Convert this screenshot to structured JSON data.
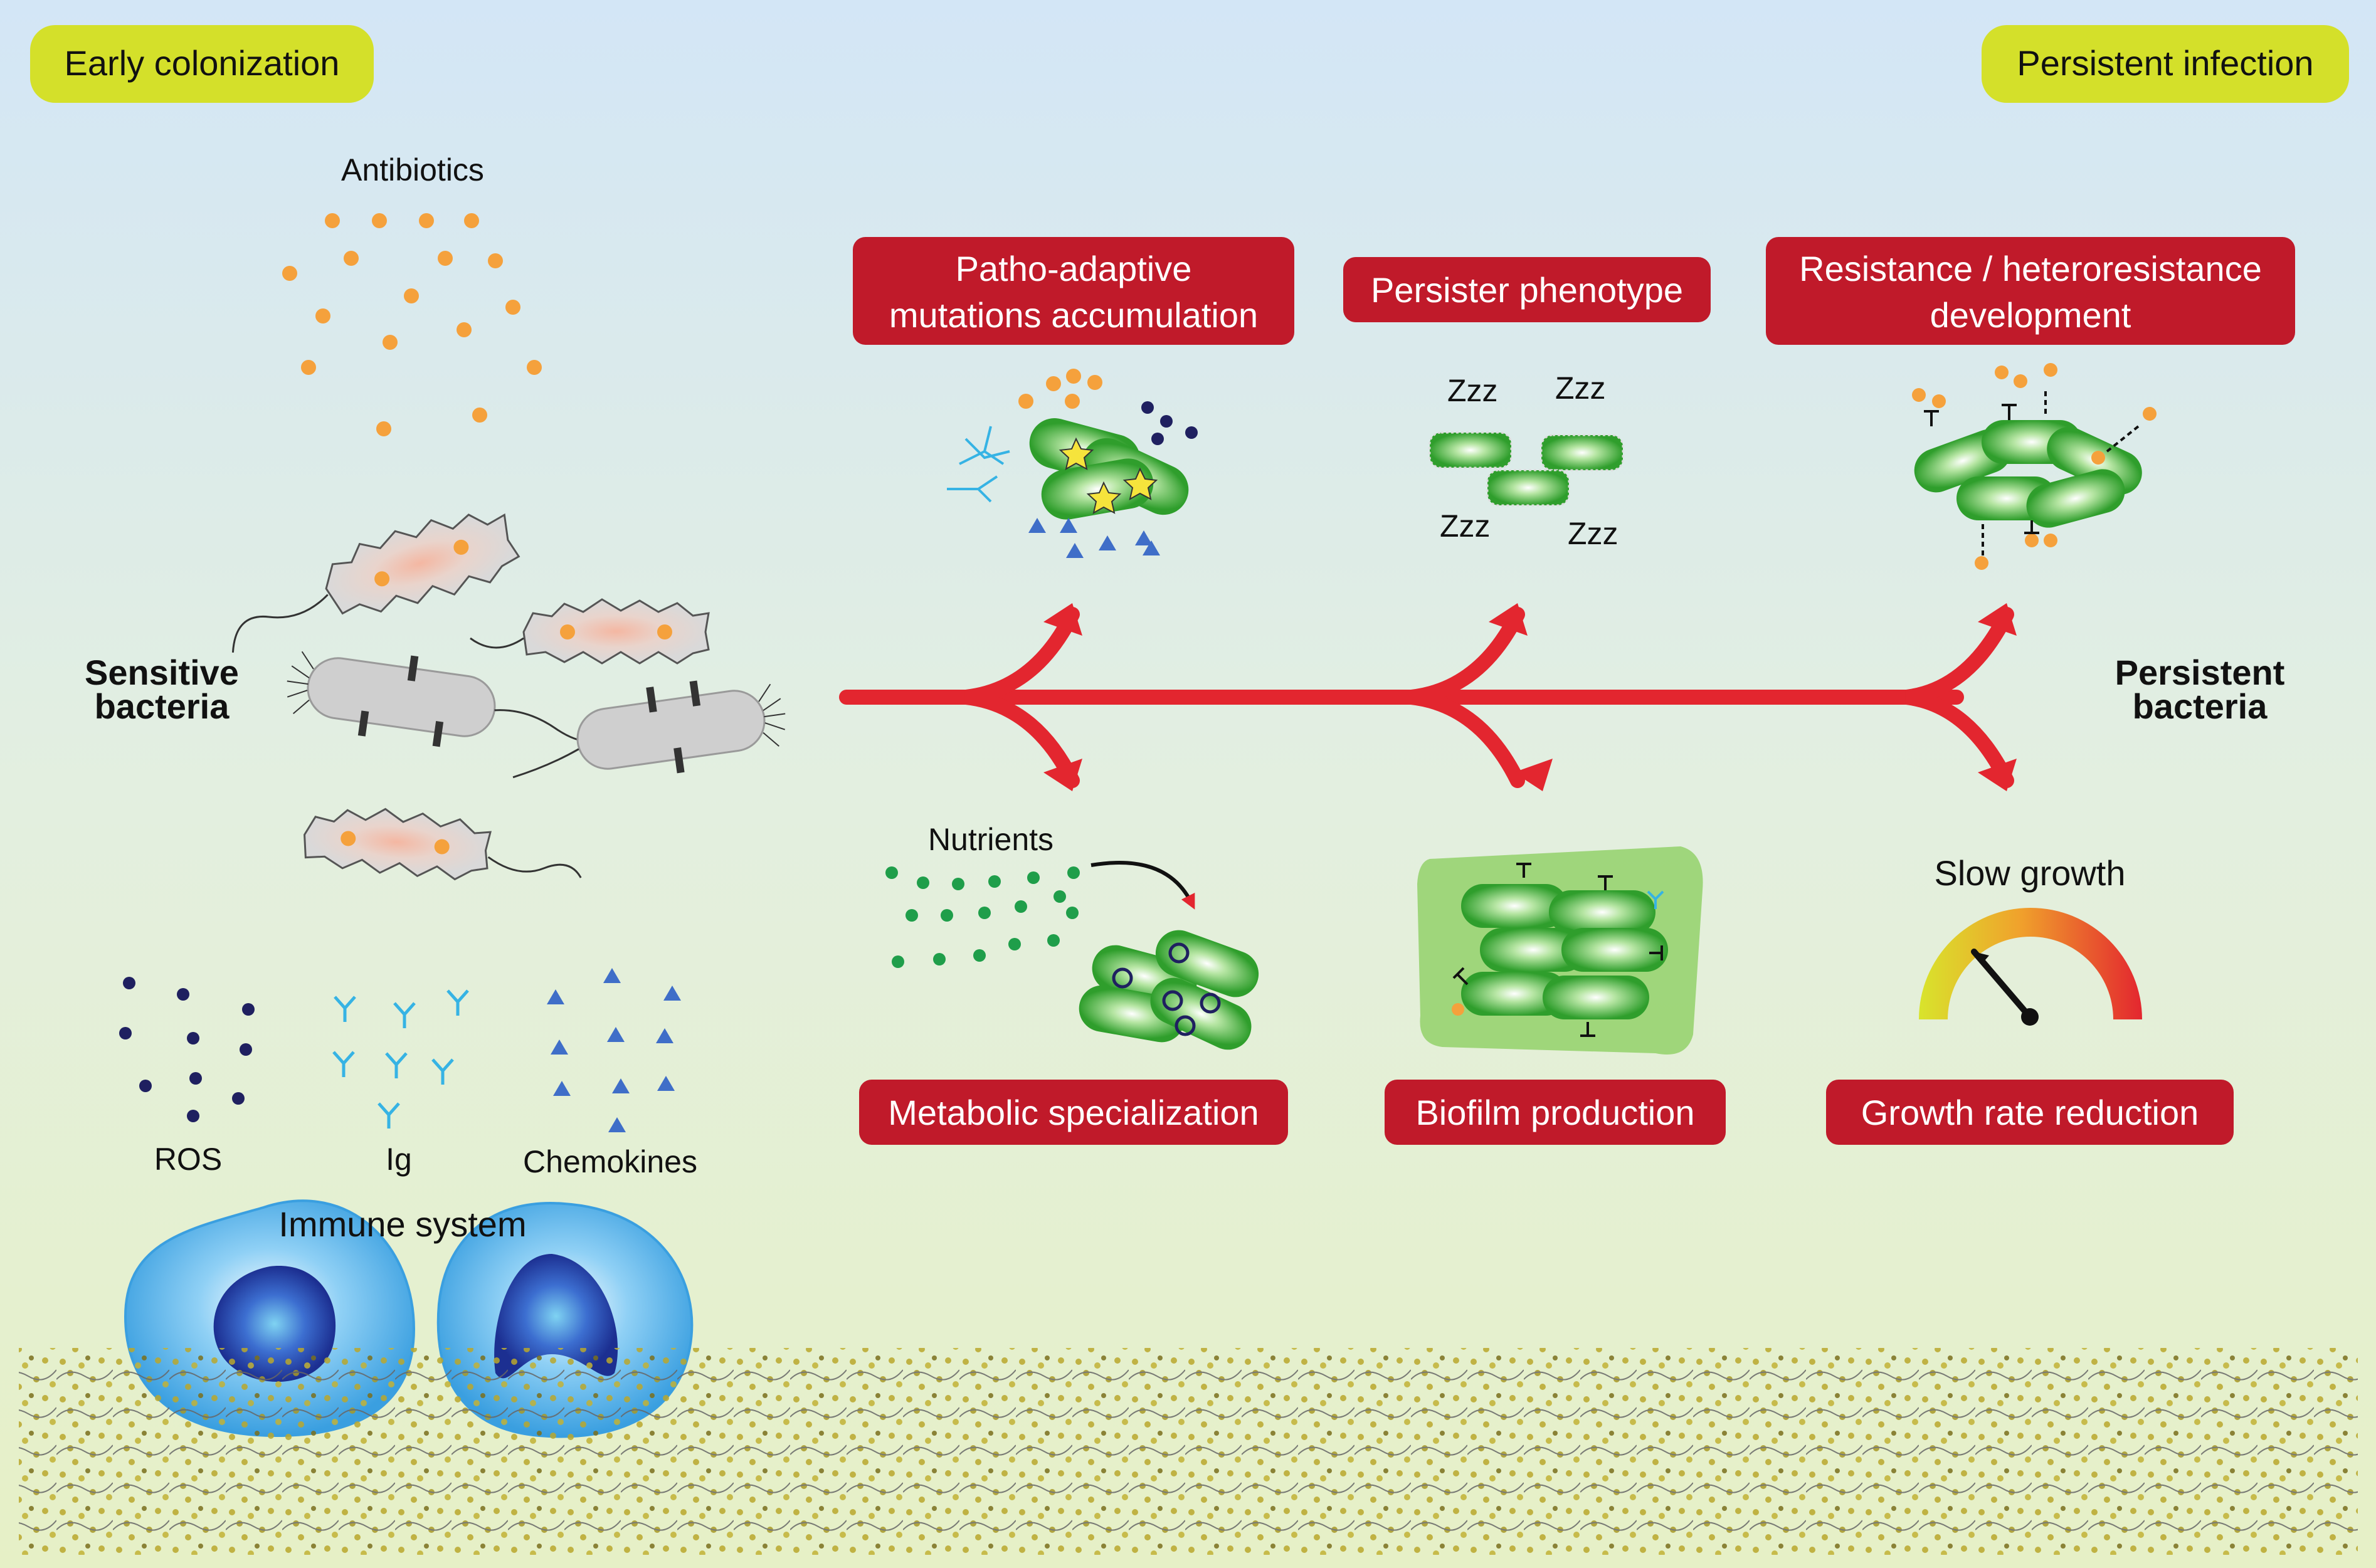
{
  "stages": {
    "early": "Early colonization",
    "persistent": "Persistent infection"
  },
  "left": {
    "antibiotics": "Antibiotics",
    "sensitive_line1": "Sensitive",
    "sensitive_line2": "bacteria",
    "ros": "ROS",
    "ig": "Ig",
    "chemokines": "Chemokines",
    "immune_system": "Immune system"
  },
  "right": {
    "persistent_line1": "Persistent",
    "persistent_line2": "bacteria"
  },
  "mechanisms_top": [
    {
      "line1": "Patho-adaptive",
      "line2": "mutations accumulation"
    },
    {
      "line1": "Persister phenotype"
    },
    {
      "line1": "Resistance / heteroresistance",
      "line2": "development"
    }
  ],
  "mechanisms_bottom": [
    {
      "line1": "Metabolic specialization"
    },
    {
      "line1": "Biofilm production"
    },
    {
      "line1": "Growth rate reduction"
    }
  ],
  "labels": {
    "nutrients": "Nutrients",
    "slow_growth": "Slow growth",
    "zzz": "Zzz"
  },
  "colors": {
    "stage_badge": "#d4e02a",
    "mechanism_box": "#c01a2a",
    "arrow": "#e3262f",
    "antibiotic": "#f5a13c",
    "bacteria_green": "#4fb83a",
    "immune_cell": "#3a9fe0",
    "nucleus": "#1f3f9e"
  }
}
